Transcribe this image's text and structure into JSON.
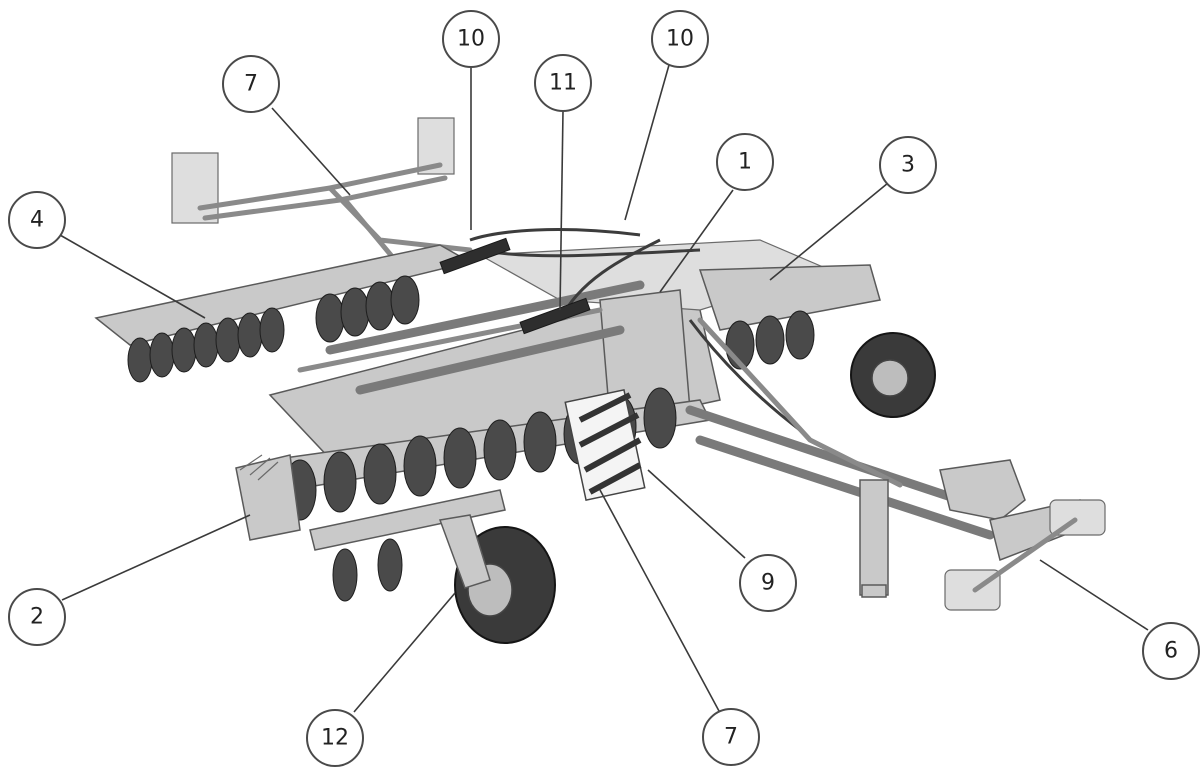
{
  "callouts": [
    {
      "id": "c7-top",
      "label": "7"
    },
    {
      "id": "c10-left",
      "label": "10"
    },
    {
      "id": "c10-right",
      "label": "10"
    },
    {
      "id": "c11",
      "label": "11"
    },
    {
      "id": "c1",
      "label": "1"
    },
    {
      "id": "c3",
      "label": "3"
    },
    {
      "id": "c4",
      "label": "4"
    },
    {
      "id": "c2",
      "label": "2"
    },
    {
      "id": "c9",
      "label": "9"
    },
    {
      "id": "c6",
      "label": "6"
    },
    {
      "id": "c12",
      "label": "12"
    },
    {
      "id": "c7-bottom",
      "label": "7"
    }
  ],
  "colors": {
    "background": "#ffffff",
    "machine_metal": "#c9c9c9",
    "machine_dark": "#2e2e2e",
    "leader_line": "#3a3a3a"
  }
}
